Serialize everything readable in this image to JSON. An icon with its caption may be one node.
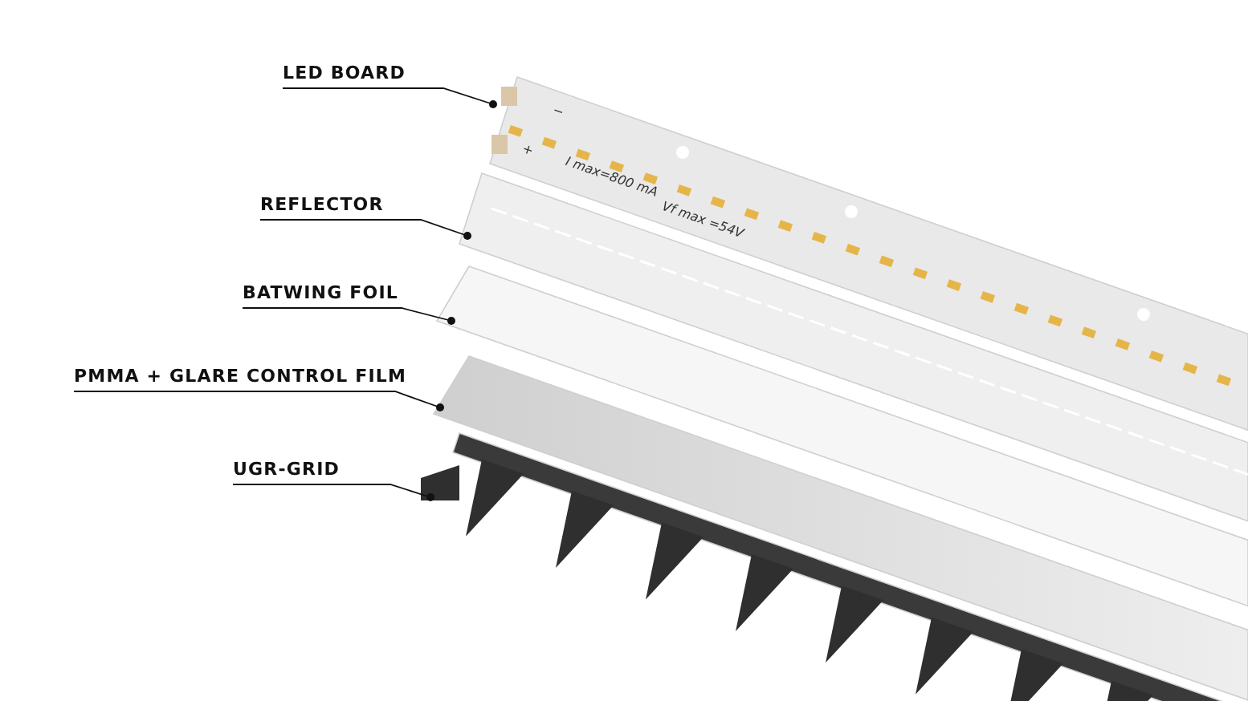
{
  "diagram": {
    "nodes": [
      {
        "text": [
          "LED BOARD"
        ]
      },
      {
        "text": [
          "REFLECTOR"
        ]
      },
      {
        "text": [
          "BATWING FOIL"
        ]
      },
      {
        "text": [
          "PMMA + GLARE CONTROL FILM"
        ]
      },
      {
        "text": [
          "UGR-GRID"
        ]
      },
      {
        "text": [],
        "shape": "picture"
      },
      {
        "text": [],
        "shape": "picture"
      },
      {
        "text": [],
        "shape": "picture"
      },
      {
        "text": [],
        "shape": "picture"
      },
      {
        "text": [],
        "shape": "picture"
      }
    ],
    "edges": [
      {
        "from": 0,
        "to": 5,
        "arrow": "other"
      },
      {
        "from": 1,
        "to": 6,
        "arrow": "other"
      },
      {
        "from": 2,
        "to": 7,
        "arrow": "other"
      },
      {
        "from": 3,
        "to": 8,
        "arrow": "other"
      },
      {
        "from": 4,
        "to": 9,
        "arrow": "other"
      }
    ],
    "labels": [
      "−",
      "+",
      "I max=800 mA",
      "Vf max =54V"
    ]
  }
}
